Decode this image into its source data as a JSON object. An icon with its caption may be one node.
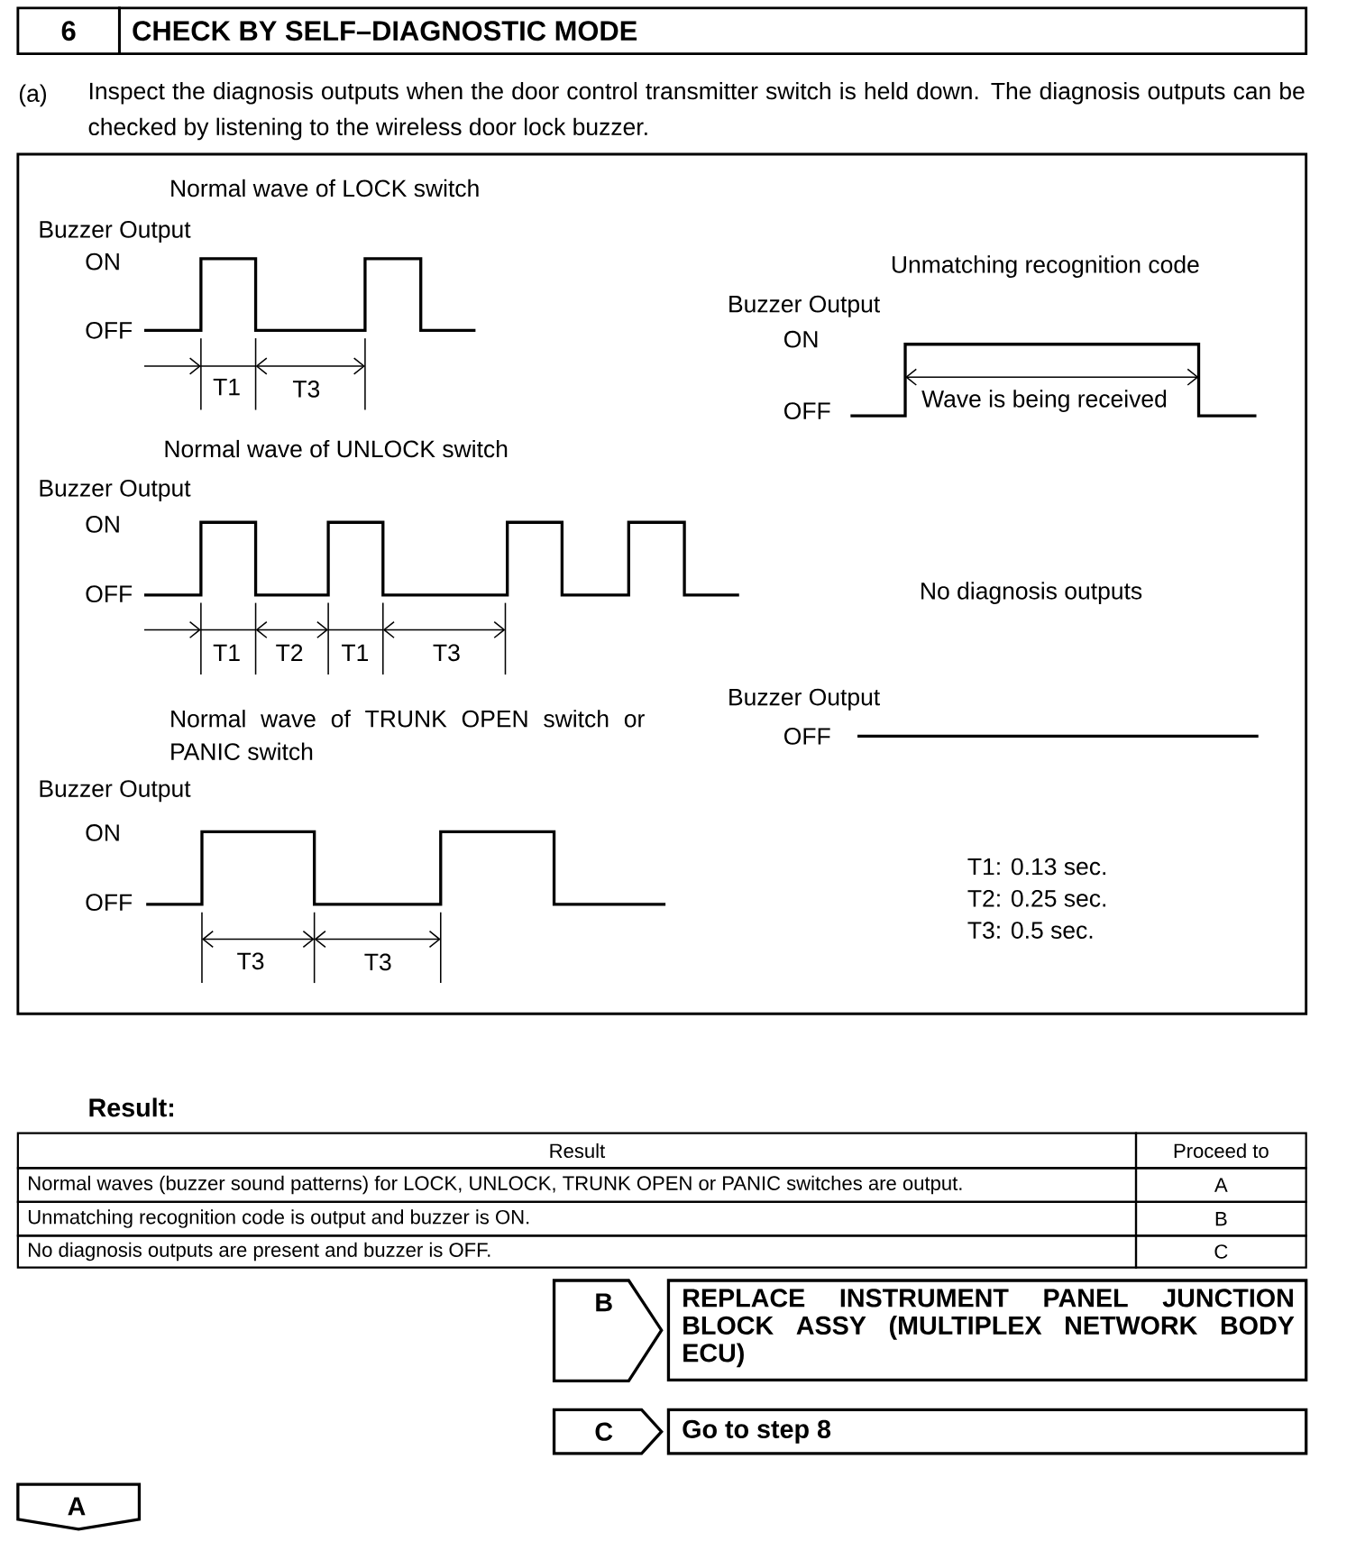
{
  "diagram": {
    "title": "CHECK BY SELF–DIAGNOSTIC MODE",
    "nodes": [
      {
        "text": [
          "B"
        ]
      },
      {
        "text": [
          "REPLACE INSTRUMENT PANEL JUNCTION BLOCK ASSY (MULTIPLEX NETWORK BODY ECU)"
        ]
      },
      {
        "text": [
          "C"
        ]
      },
      {
        "text": [
          "Go to step 8"
        ]
      },
      {
        "text": [
          "A"
        ]
      }
    ],
    "labels": [
      "6",
      "(a)",
      "Inspect the diagnosis outputs when the door control transmitter switch is held down. The diagnosis outputs can be checked by listening to the wireless door lock buzzer.",
      "Normal wave of LOCK switch",
      "Buzzer Output",
      "ON",
      "OFF",
      "T1",
      "T3",
      "Unmatching recognition code",
      "Buzzer Output",
      "ON",
      "OFF",
      "Wave is being received",
      "Normal wave of UNLOCK switch",
      "Buzzer Output",
      "ON",
      "OFF",
      "T1",
      "T2",
      "T1",
      "T3",
      "No diagnosis outputs",
      "Normal wave of TRUNK OPEN switch or PANIC switch",
      "Buzzer Output",
      "Buzzer Output",
      "OFF",
      "ON",
      "OFF",
      "T3",
      "T3",
      "T1: 0.13 sec.",
      "T2: 0.25 sec.",
      "T3: 0.5 sec.",
      "Result:",
      "Result",
      "Proceed to",
      "Normal waves (buzzer sound patterns) for LOCK, UNLOCK, TRUNK OPEN or PANIC switches are output.",
      "A",
      "Unmatching recognition code is output and buzzer is ON.",
      "B",
      "No diagnosis outputs are present and buzzer is OFF.",
      "C"
    ]
  }
}
